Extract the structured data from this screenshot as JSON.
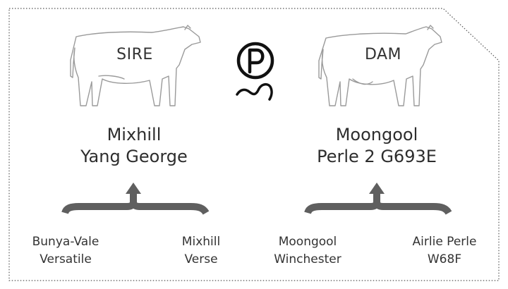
{
  "colors": {
    "border": "#555555",
    "outline": "#9a9a9a",
    "bracket": "#5f5f5f",
    "text": "#2d2d2d"
  },
  "icons": {
    "sire_animal": "bull-outline-icon",
    "dam_animal": "cow-outline-icon",
    "polled": "polled-p-symbol-icon"
  },
  "sire": {
    "role": "SIRE",
    "name_line1": "Mixhill",
    "name_line2": "Yang George",
    "parents": [
      {
        "line1": "Bunya-Vale",
        "line2": "Versatile"
      },
      {
        "line1": "Mixhill",
        "line2": "Verse"
      }
    ]
  },
  "dam": {
    "role": "DAM",
    "name_line1": "Moongool",
    "name_line2": "Perle 2 G693E",
    "parents": [
      {
        "line1": "Moongool",
        "line2": "Winchester"
      },
      {
        "line1": "Airlie Perle",
        "line2": "W68F"
      }
    ]
  }
}
